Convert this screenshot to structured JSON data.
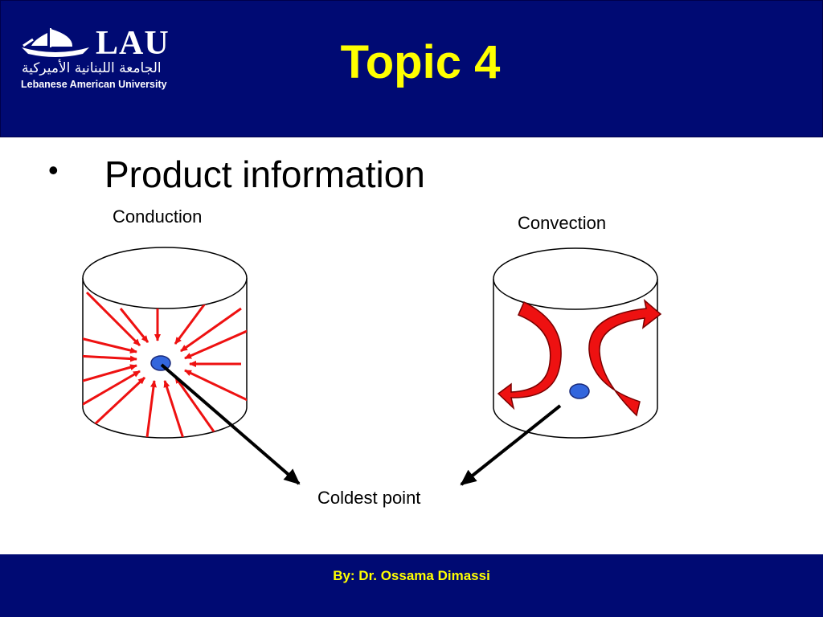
{
  "header": {
    "logo_text": "LAU",
    "logo_arabic": "الجامعة اللبنانية الأميركية",
    "logo_english": "Lebanese American University",
    "title": "Topic 4"
  },
  "content": {
    "bullet_symbol": "•",
    "bullet_text": "Product information"
  },
  "diagram": {
    "left_label": "Conduction",
    "right_label": "Convection",
    "bottom_label": "Coldest point"
  },
  "colors": {
    "banner": "#000a73",
    "title": "#ffff00",
    "arrows": "#ee1111",
    "cold_point": "#3366dd"
  },
  "footer": {
    "credit": "By: Dr. Ossama Dimassi"
  }
}
